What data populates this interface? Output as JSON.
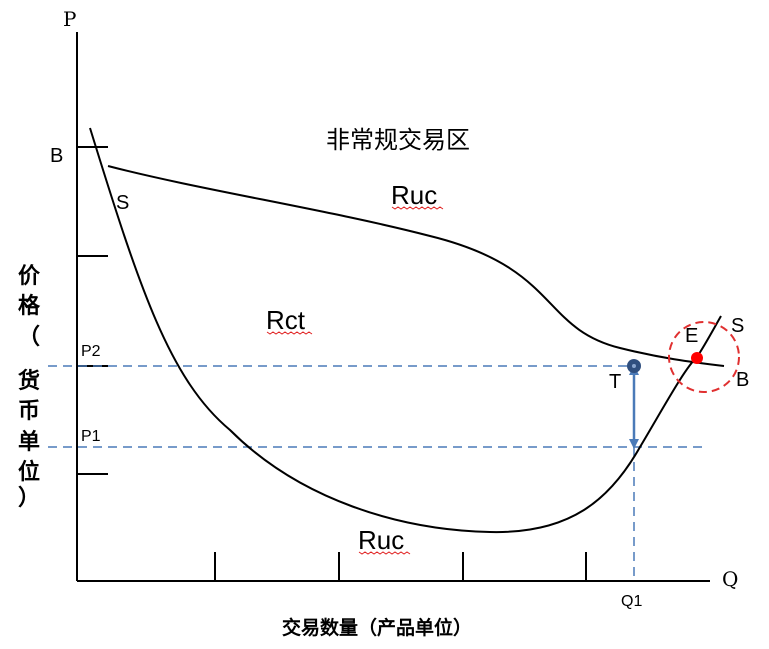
{
  "axes": {
    "y_letter": "P",
    "x_letter": "Q",
    "y_label_chars": [
      "价",
      "格",
      "（",
      "货",
      "币",
      "单",
      "位",
      "）"
    ],
    "x_label": "交易数量（产品单位）"
  },
  "regions": {
    "top": "非常规交易区",
    "upper_curve_label": "Ruc",
    "middle": "Rct",
    "bottom": "Ruc"
  },
  "curve_labels": {
    "b_left": "B",
    "s_left": "S",
    "e_point": "E",
    "s_right": "S",
    "b_right": "B"
  },
  "levels": {
    "p2": "P2",
    "p1": "P1",
    "q1": "Q1",
    "t_point": "T"
  },
  "colors": {
    "axis": "#000000",
    "dashed_guides": "#4a7ab8",
    "arrow": "#4a7ab8",
    "t_marker": "#2f4f7f",
    "equilibrium_point": "#ff0000",
    "highlight_circle": "#e03030",
    "spellcheck_underline": "#e02020"
  }
}
